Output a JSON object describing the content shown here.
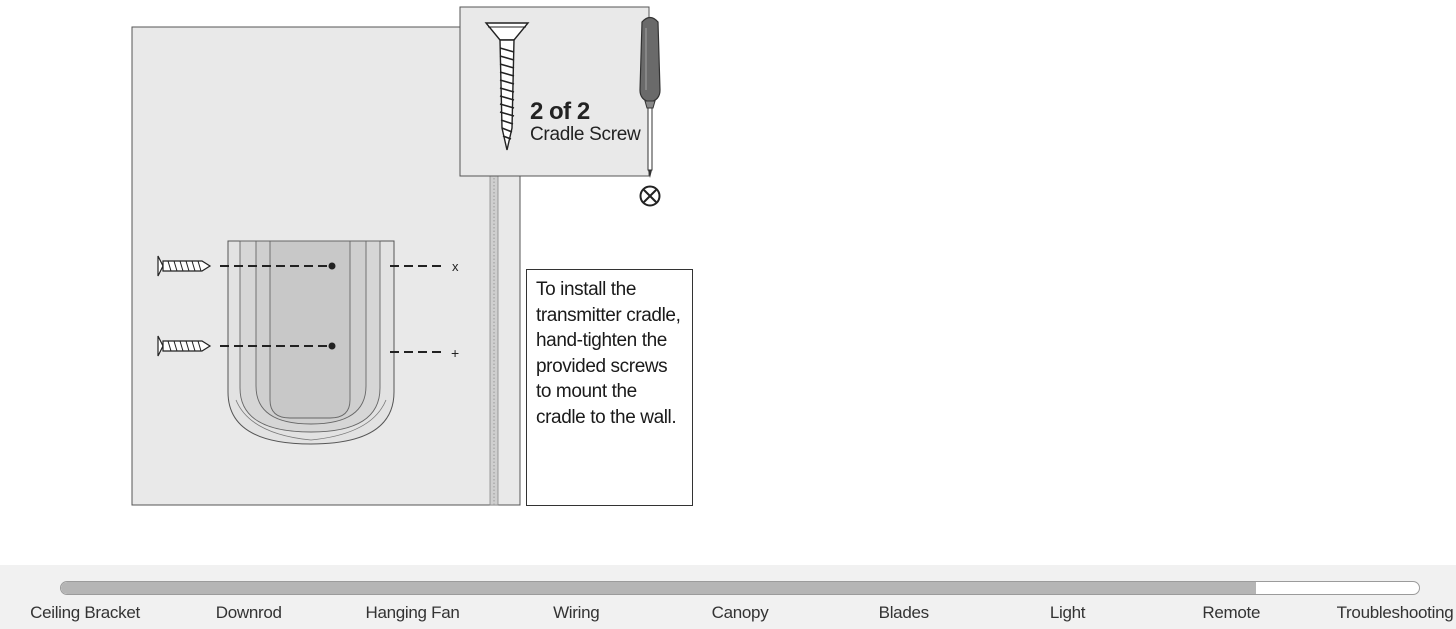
{
  "parts": {
    "count": "2 of 2",
    "name": "Cradle Screw"
  },
  "instruction": {
    "text": "To install the transmitter cradle, hand-tighten the provided screws to mount the cradle to the wall."
  },
  "progress": {
    "fraction": 0.88,
    "steps": [
      "Ceiling Bracket",
      "Downrod",
      "Hanging Fan",
      "Wiring",
      "Canopy",
      "Blades",
      "Light",
      "Remote",
      "Troubleshooting"
    ]
  },
  "colors": {
    "wall": "#e9e9e9",
    "cradle": "#d9d9d9",
    "progress_fill": "#b5b5b5"
  }
}
